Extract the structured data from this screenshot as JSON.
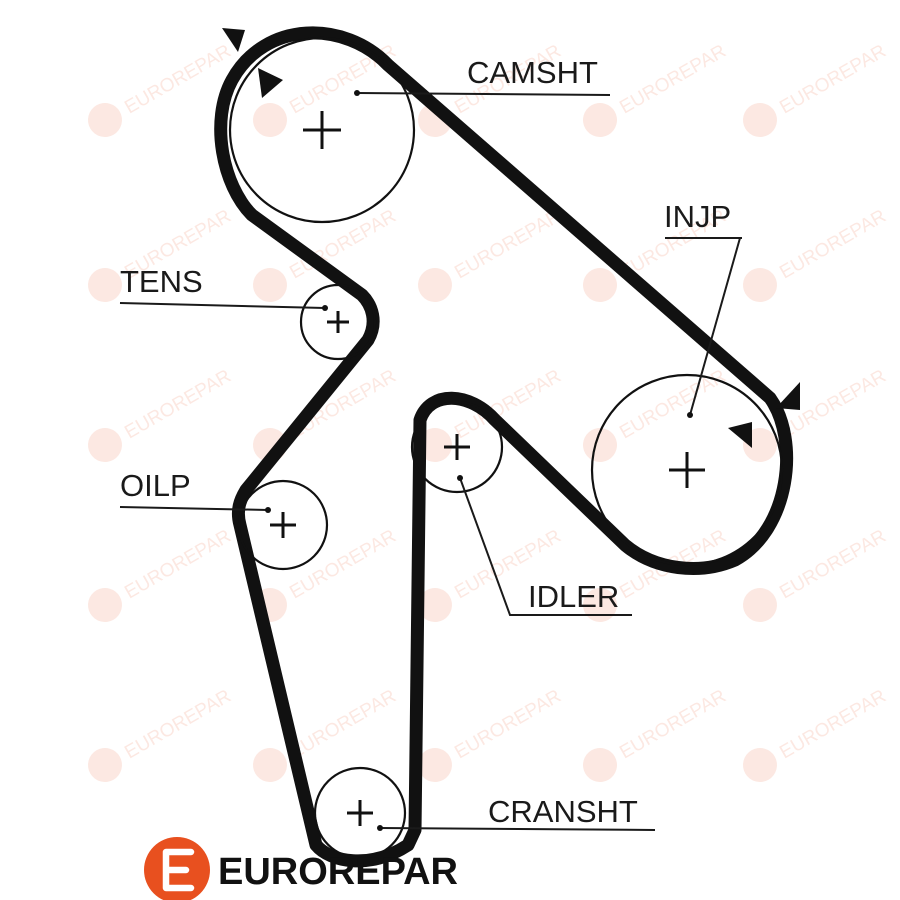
{
  "colors": {
    "belt": "#111111",
    "pulley": "#111111",
    "leader": "#1a1a1a",
    "brand": "#e8501f",
    "watermark": "#e8501f"
  },
  "diagram": {
    "components": [
      {
        "id": "camsht",
        "label": "CAMSHT"
      },
      {
        "id": "injp",
        "label": "INJP"
      },
      {
        "id": "tens",
        "label": "TENS"
      },
      {
        "id": "oilp",
        "label": "OILP"
      },
      {
        "id": "idler",
        "label": "IDLER"
      },
      {
        "id": "cransht",
        "label": "CRANSHT"
      }
    ]
  },
  "watermark": {
    "text": "EUROREPAR",
    "icon": "eurorepar-logo-icon"
  },
  "brand": {
    "name": "EUROREPAR",
    "icon": "eurorepar-logo-icon"
  }
}
